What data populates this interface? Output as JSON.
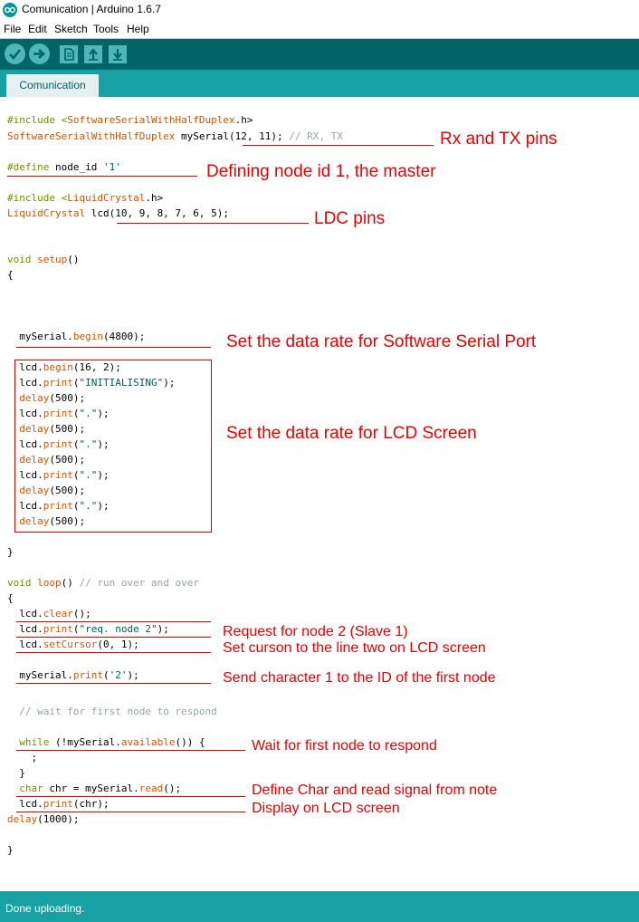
{
  "window": {
    "title": "Comunication | Arduino 1.6.7"
  },
  "menu": [
    "File",
    "Edit",
    "Sketch",
    "Tools",
    "Help"
  ],
  "toolbar": {
    "buttons": [
      "verify",
      "upload",
      "new",
      "open",
      "save"
    ]
  },
  "tabs": [
    {
      "label": "Comunication"
    }
  ],
  "code": {
    "l1": [
      "#include <",
      "SoftwareSerialWithHalfDuplex",
      ".h>"
    ],
    "l2": [
      "SoftwareSerialWithHalfDuplex",
      " mySerial(12, 11); ",
      "// RX, TX"
    ],
    "l3": [
      "#define",
      " node_id ",
      "'1'"
    ],
    "l4": [
      "#include <",
      "LiquidCrystal",
      ".h>"
    ],
    "l5": [
      "LiquidCrystal",
      " lcd(10, 9, 8, 7, 6, 5);"
    ],
    "l6": [
      "void",
      " ",
      "setup",
      "()"
    ],
    "l7": "{",
    "l8": [
      "  mySerial.",
      "begin",
      "(4800);"
    ],
    "l9": [
      "  lcd.",
      "begin",
      "(16, 2);"
    ],
    "l10": [
      "  lcd.",
      "print",
      "(",
      "\"INITIALISING\"",
      ");"
    ],
    "l11": [
      "  ",
      "delay",
      "(500);"
    ],
    "l12": [
      "  lcd.",
      "print",
      "(",
      "\".\"",
      ");"
    ],
    "l13": [
      "  ",
      "delay",
      "(500);"
    ],
    "l14": [
      "  lcd.",
      "print",
      "(",
      "\".\"",
      ");"
    ],
    "l15": [
      "  ",
      "delay",
      "(500);"
    ],
    "l16": [
      "  lcd.",
      "print",
      "(",
      "\".\"",
      ");"
    ],
    "l17": [
      "  ",
      "delay",
      "(500);"
    ],
    "l18": [
      "  lcd.",
      "print",
      "(",
      "\".\"",
      ");"
    ],
    "l19": [
      "  ",
      "delay",
      "(500);"
    ],
    "l20": "}",
    "l21": [
      "void",
      " ",
      "loop",
      "() ",
      "// run over and over"
    ],
    "l22": "{",
    "l23": [
      "  lcd.",
      "clear",
      "();"
    ],
    "l24": [
      "  lcd.",
      "print",
      "(",
      "\"req. node 2\"",
      ");"
    ],
    "l25": [
      "  lcd.",
      "setCursor",
      "(0, 1);"
    ],
    "l26": [
      "  mySerial.",
      "print",
      "(",
      "'2'",
      ");"
    ],
    "l27": "  // wait for first node to respond",
    "l28": [
      "  ",
      "while",
      " (!mySerial.",
      "available",
      "()) {"
    ],
    "l29": "    ;",
    "l30": "  }",
    "l31": [
      "  ",
      "char",
      " chr = mySerial.",
      "read",
      "();"
    ],
    "l32": [
      "  lcd.",
      "print",
      "(chr);"
    ],
    "l33": [
      "delay",
      "(1000);"
    ],
    "l34": "}"
  },
  "annotations": {
    "rx_tx": "Rx and TX pins",
    "node_id": "Defining node id 1, the master",
    "ldc": "LDC pins",
    "serial_rate": "Set the data rate for Software Serial Port",
    "lcd_rate": "Set the data rate for LCD Screen",
    "request": "Request for node 2 (Slave 1)",
    "cursor": "Set curson to the line two on LCD screen",
    "send": "Send character 1 to the ID of the first node",
    "wait": "Wait for first node to respond",
    "define_char": "Define Char and read signal from note",
    "display": "Display on LCD screen"
  },
  "status": {
    "text": "Done uploading."
  },
  "colors": {
    "toolbar": "#006468",
    "tabstrip": "#17a1a5",
    "keyword": "#728e00",
    "function": "#d35400",
    "string": "#005c5f",
    "comment": "#95a5a6",
    "annotation": "#e80000"
  }
}
